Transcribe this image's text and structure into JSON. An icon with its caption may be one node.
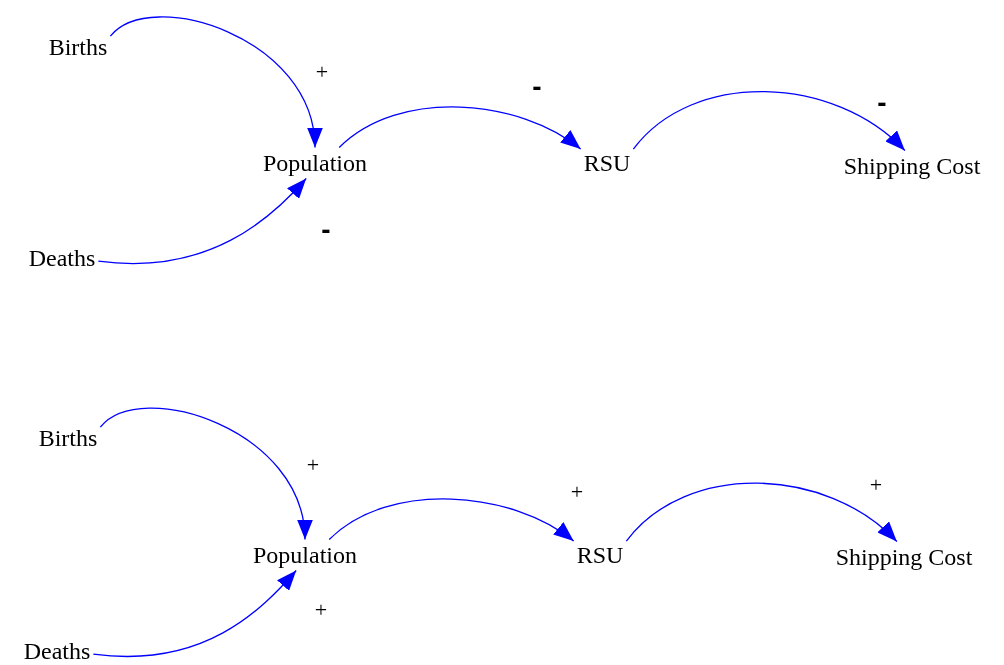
{
  "diagram": {
    "nodes": [
      {
        "text": [
          "Births"
        ]
      },
      {
        "text": [
          "Population"
        ]
      },
      {
        "text": [
          "Deaths"
        ]
      },
      {
        "text": [
          "RSU"
        ]
      },
      {
        "text": [
          "Shipping Cost"
        ]
      },
      {
        "text": [
          "Births"
        ]
      },
      {
        "text": [
          "Population"
        ]
      },
      {
        "text": [
          "Deaths"
        ]
      },
      {
        "text": [
          "RSU"
        ]
      },
      {
        "text": [
          "Shipping Cost"
        ]
      }
    ],
    "edges": [
      {
        "from": 0,
        "to": 1,
        "arrow": "to",
        "label": "+"
      },
      {
        "from": 2,
        "to": 1,
        "arrow": "to",
        "label": "-"
      },
      {
        "from": 1,
        "to": 3,
        "arrow": "to",
        "label": "-"
      },
      {
        "from": 3,
        "to": 4,
        "arrow": "to",
        "label": "-"
      },
      {
        "from": 5,
        "to": 6,
        "arrow": "to",
        "label": "+"
      },
      {
        "from": 7,
        "to": 6,
        "arrow": "to",
        "label": "+"
      },
      {
        "from": 6,
        "to": 8,
        "arrow": "to",
        "label": "+"
      },
      {
        "from": 8,
        "to": 9,
        "arrow": "to",
        "label": "+"
      }
    ]
  }
}
